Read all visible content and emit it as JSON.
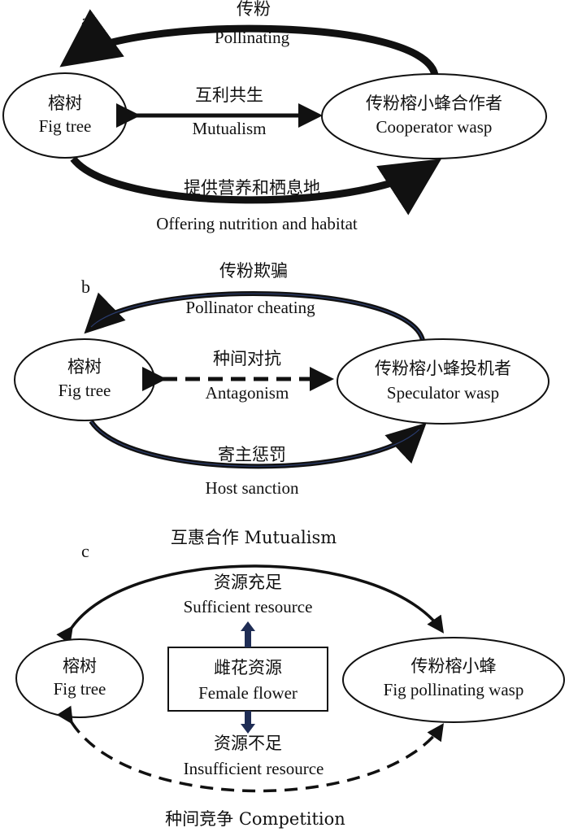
{
  "panels": {
    "a": {
      "label": "a",
      "top_cn": "传粉",
      "top_en": "Pollinating",
      "left_cn": "榕树",
      "left_en": "Fig tree",
      "right_cn": "传粉榕小蜂合作者",
      "right_en": "Cooperator wasp",
      "mid_cn": "互利共生",
      "mid_en": "Mutualism",
      "bottom_cn": "提供营养和栖息地",
      "bottom_en": "Offering nutrition and habitat"
    },
    "b": {
      "label": "b",
      "top_cn": "传粉欺骗",
      "top_en": "Pollinator cheating",
      "left_cn": "榕树",
      "left_en": "Fig tree",
      "right_cn": "传粉榕小蜂投机者",
      "right_en": "Speculator wasp",
      "mid_cn": "种间对抗",
      "mid_en": "Antagonism",
      "bottom_cn": "寄主惩罚",
      "bottom_en": "Host sanction"
    },
    "c": {
      "label": "c",
      "top_text": "互惠合作 Mutualism",
      "left_cn": "榕树",
      "left_en": "Fig tree",
      "right_cn": "传粉榕小蜂",
      "right_en": "Fig pollinating wasp",
      "box_cn": "雌花资源",
      "box_en": "Female flower",
      "up_cn": "资源充足",
      "up_en": "Sufficient resource",
      "down_cn": "资源不足",
      "down_en": "Insufficient resource",
      "bottom_text": "种间竞争 Competition"
    }
  },
  "colors": {
    "stroke": "#111111",
    "accent_outline": "#2a3c6e"
  }
}
